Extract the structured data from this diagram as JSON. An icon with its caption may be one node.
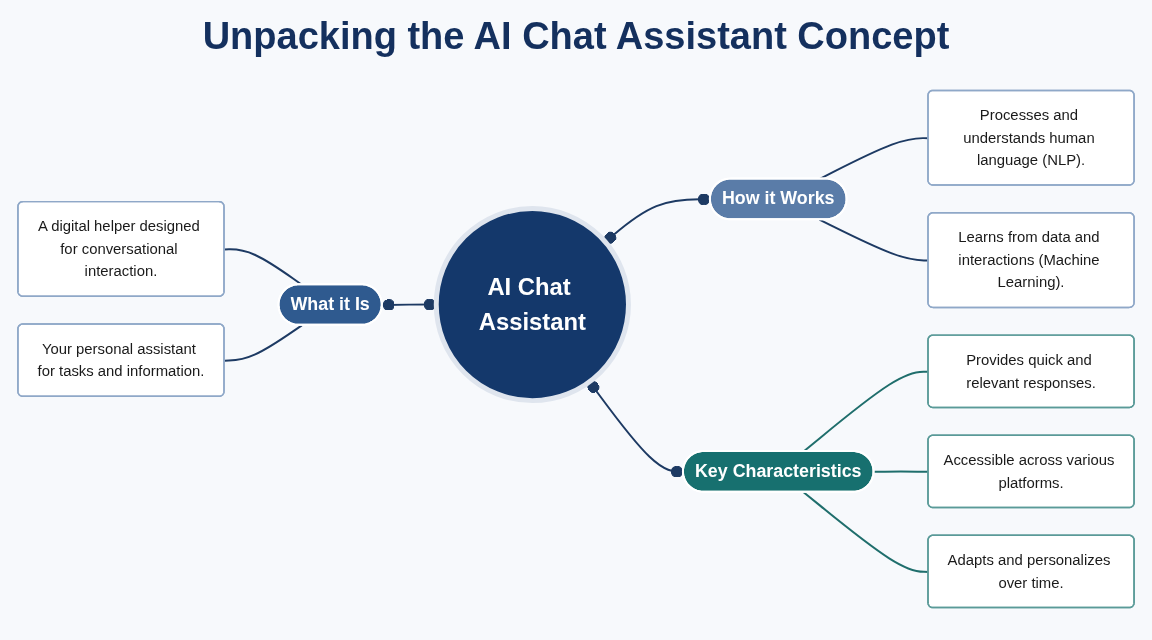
{
  "diagram": {
    "title": "Unpacking the AI Chat Assistant Concept",
    "nodes": [
      {
        "text": [
          "AI Chat Assistant"
        ]
      },
      {
        "text": [
          "What it Is"
        ]
      },
      {
        "text": [
          "A digital helper designed for conversational interaction."
        ]
      },
      {
        "text": [
          "Your personal assistant for tasks and information."
        ]
      },
      {
        "text": [
          "How it Works"
        ]
      },
      {
        "text": [
          "Processes and understands human language (NLP)."
        ]
      },
      {
        "text": [
          "Learns from data and interactions (Machine Learning)."
        ]
      },
      {
        "text": [
          "Key Characteristics"
        ]
      },
      {
        "text": [
          "Provides quick and relevant responses."
        ]
      },
      {
        "text": [
          "Accessible across various platforms."
        ]
      },
      {
        "text": [
          "Adapts and personalizes over time."
        ]
      }
    ],
    "edges": [
      {
        "from": 2,
        "to": 1,
        "arrow": "none"
      },
      {
        "from": 3,
        "to": 1,
        "arrow": "none"
      },
      {
        "from": 1,
        "to": 0,
        "arrow": "other"
      },
      {
        "from": 0,
        "to": 4,
        "arrow": "other"
      },
      {
        "from": 4,
        "to": 5,
        "arrow": "none"
      },
      {
        "from": 4,
        "to": 6,
        "arrow": "none"
      },
      {
        "from": 0,
        "to": 7,
        "arrow": "other"
      },
      {
        "from": 7,
        "to": 8,
        "arrow": "none",
        "color": "#1f6e6c"
      },
      {
        "from": 7,
        "to": 9,
        "arrow": "none",
        "color": "#1f6e6c"
      },
      {
        "from": 7,
        "to": 10,
        "arrow": "none",
        "color": "#1f6e6c"
      }
    ]
  }
}
